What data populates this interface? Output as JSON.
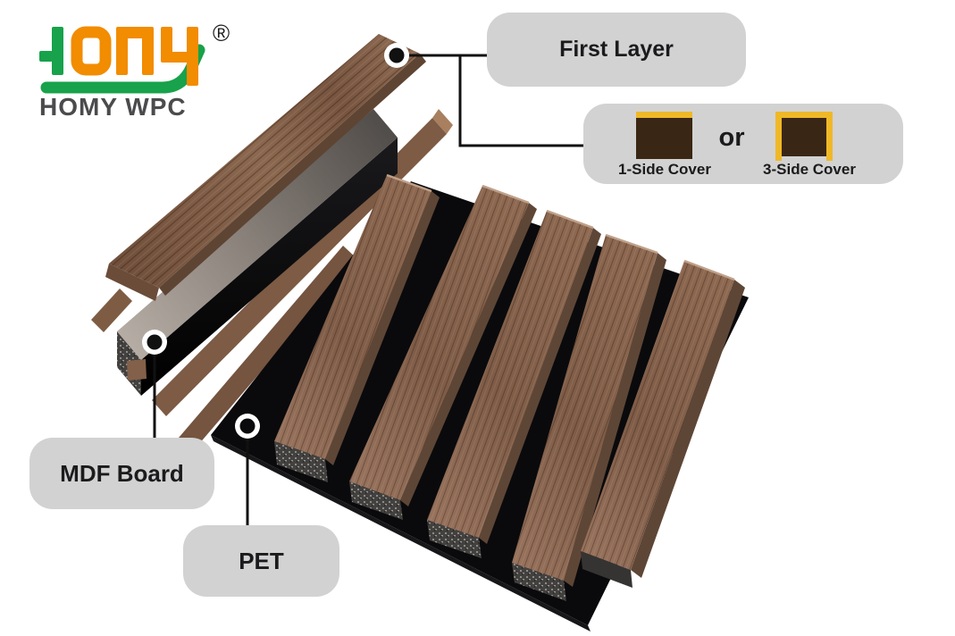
{
  "logo": {
    "brand": "HOMY",
    "registered": "®",
    "subtitle": "HOMY WPC",
    "green": "#17A24B",
    "orange": "#F28C00"
  },
  "callouts": {
    "first_layer": "First Layer",
    "mdf_board": "MDF Board",
    "pet": "PET"
  },
  "cover_options": {
    "or": "or",
    "option1": "1-Side Cover",
    "option2": "3-Side Cover",
    "frame_yellow": "#EFB827",
    "fill_brown": "#3A2614"
  },
  "colors": {
    "label_bg": "#D2D2D2",
    "label_text": "#1B1B1D",
    "connector_line": "#111111",
    "panel_black": "#0A0A0C",
    "wood_top": "#8A6750",
    "wood_side": "#5E4433",
    "mdf_gray": "#9A918A",
    "cut_end_gray": "#43413F"
  }
}
